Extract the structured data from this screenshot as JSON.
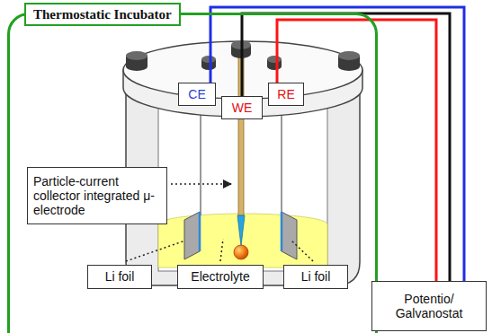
{
  "diagram": {
    "nodes": [
      {
        "text": [
          "Thermostatic Incubator"
        ]
      },
      {
        "text": [
          "CE"
        ],
        "in": 0
      },
      {
        "text": [
          "RE"
        ],
        "in": 0
      },
      {
        "text": [
          "WE"
        ],
        "in": 0
      },
      {
        "text": [
          "Particle-current collector integrated μ- electrode"
        ],
        "in": 0
      },
      {
        "text": [
          "Li foil"
        ],
        "in": 0
      },
      {
        "text": [
          "Electrolyte"
        ],
        "in": 0
      },
      {
        "text": [
          "Li foil"
        ],
        "in": 0
      },
      {
        "text": [
          "Potentio/ Galvanostat"
        ]
      }
    ],
    "edges": [
      {
        "from": 1,
        "to": 8,
        "arrow": "none"
      },
      {
        "from": 3,
        "to": 8,
        "arrow": "none"
      },
      {
        "from": 2,
        "to": 8,
        "arrow": "none"
      }
    ]
  }
}
